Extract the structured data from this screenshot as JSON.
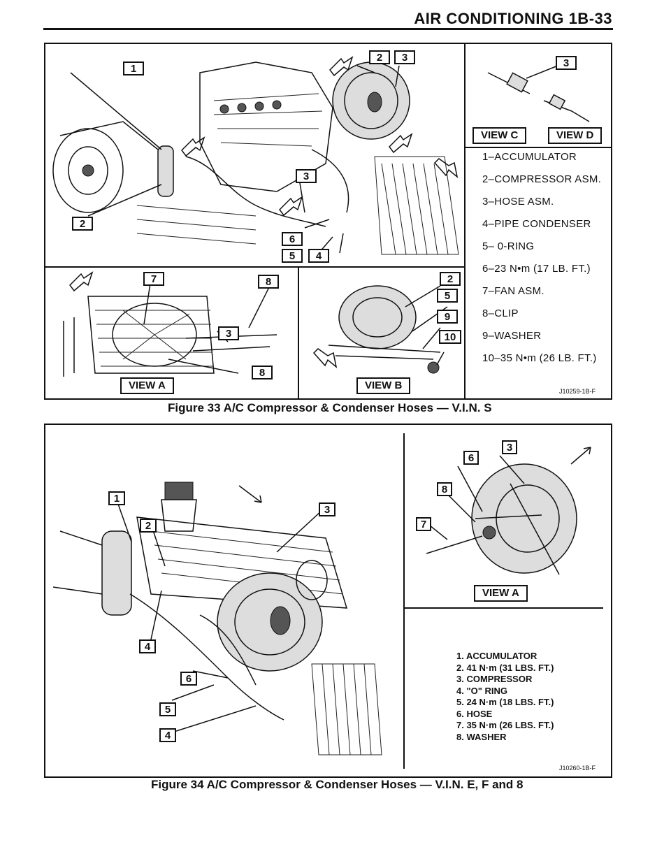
{
  "header": {
    "title": "AIR CONDITIONING 1B-33"
  },
  "figure33": {
    "caption": "Figure 33 A/C Compressor & Condenser Hoses — V.I.N. S",
    "image_code": "J10259-1B-F",
    "view_labels": [
      "VIEW A",
      "VIEW B",
      "VIEW C",
      "VIEW D"
    ],
    "legend": [
      "1–ACCUMULATOR",
      "2–COMPRESSOR ASM.",
      "3–HOSE ASM.",
      "4–PIPE CONDENSER",
      "5– 0-RING",
      "6–23 N•m (17 LB. FT.)",
      "7–FAN ASM.",
      "8–CLIP",
      "9–WASHER",
      "10–35 N•m (26 LB. FT.)"
    ],
    "callouts": {
      "main": [
        "1",
        "2",
        "3",
        "2",
        "3",
        "6",
        "5",
        "4"
      ],
      "view_a": [
        "7",
        "8",
        "3",
        "8"
      ],
      "view_b": [
        "2",
        "5",
        "9",
        "10"
      ],
      "view_c": [
        "3"
      ]
    }
  },
  "figure34": {
    "caption": "Figure 34 A/C Compressor & Condenser Hoses — V.I.N. E, F and 8",
    "image_code": "J10260-1B-F",
    "view_label": "VIEW A",
    "legend": [
      "1. ACCUMULATOR",
      "2. 41 N·m (31 LBS. FT.)",
      "3. COMPRESSOR",
      "4. \"O\" RING",
      "5. 24 N·m (18 LBS. FT.)",
      "6. HOSE",
      "7. 35 N·m (26 LBS. FT.)",
      "8. WASHER"
    ],
    "callouts": {
      "main": [
        "1",
        "2",
        "3",
        "4",
        "6",
        "5",
        "4"
      ],
      "view_a": [
        "6",
        "3",
        "8",
        "7"
      ]
    }
  },
  "icons": [
    "fwd-arrow-icon",
    "frt-arrow-icon"
  ]
}
